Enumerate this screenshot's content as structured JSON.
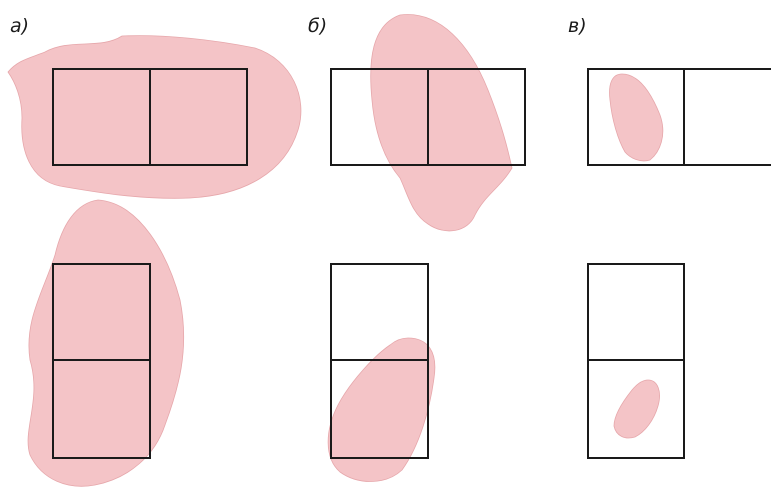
{
  "panels": [
    {
      "label": "а)"
    },
    {
      "label": "б)"
    },
    {
      "label": "в)"
    }
  ],
  "colors": {
    "blob_fill": "#f4c4c7",
    "blob_stroke": "#e6a7ab",
    "cell_stroke": "#1a1a1a",
    "background": "#ffffff"
  }
}
